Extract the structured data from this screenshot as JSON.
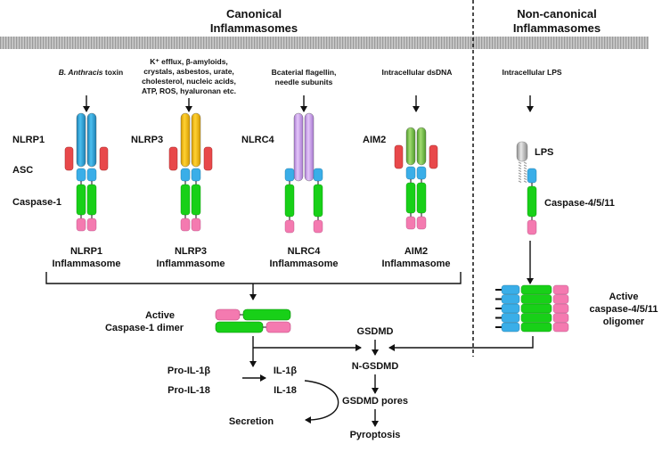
{
  "sections": {
    "canonical": {
      "title_line1": "Canonical",
      "title_line2": "Inflammasomes"
    },
    "noncanonical": {
      "title_line1": "Non-canonical",
      "title_line2": "Inflammasomes"
    }
  },
  "membrane": {
    "label": "cell-membrane"
  },
  "stimuli": {
    "nlrp1": {
      "italic": "B. Anthracis",
      "rest": " toxin"
    },
    "nlrp3": [
      "K⁺ efflux, β-amyloids,",
      "crystals, asbestos, urate,",
      "cholesterol, nucleic acids,",
      "ATP, ROS, hyaluronan etc."
    ],
    "nlrc4": [
      "Bcaterial flagellin,",
      "needle subunits"
    ],
    "aim2": "Intracellular dsDNA",
    "lps": "Intracellular LPS"
  },
  "domain_labels": {
    "nlrp1": "NLRP1",
    "asc": "ASC",
    "caspase1": "Caspase-1",
    "nlrp3": "NLRP3",
    "nlrc4": "NLRC4",
    "aim2": "AIM2",
    "lps": "LPS",
    "caspase4": "Caspase-4/5/11"
  },
  "inflammasomes": [
    {
      "line1": "NLRP1",
      "line2": "Inflammasome"
    },
    {
      "line1": "NLRP3",
      "line2": "Inflammasome"
    },
    {
      "line1": "NLRC4",
      "line2": "Inflammasome"
    },
    {
      "line1": "AIM2",
      "line2": "Inflammasome"
    }
  ],
  "active_caspase1": {
    "line1": "Active",
    "line2": "Caspase-1 dimer"
  },
  "active_caspase4": {
    "line1": "Active",
    "line2": "caspase-4/5/11",
    "line3": "oligomer"
  },
  "pathway": {
    "gsdmd": "GSDMD",
    "ngsdmd": "N-GSDMD",
    "pores": "GSDMD pores",
    "pyroptosis": "Pyroptosis",
    "pro_il1b": "Pro-IL-1β",
    "pro_il18": "Pro-IL-18",
    "il1b": "IL-1β",
    "il18": "IL-18",
    "secretion": "Secretion"
  },
  "colors": {
    "nlrp1": "#2a9fd6",
    "nlrp3": "#f2b705",
    "nlrc4": "#c9a0e8",
    "aim2": "#7cc04a",
    "asc_red": "#e8484a",
    "card_blue": "#3aaee8",
    "caspase_green": "#18d018",
    "cterm_pink": "#f47ab0",
    "lps_gray": "#b8b8b8"
  }
}
